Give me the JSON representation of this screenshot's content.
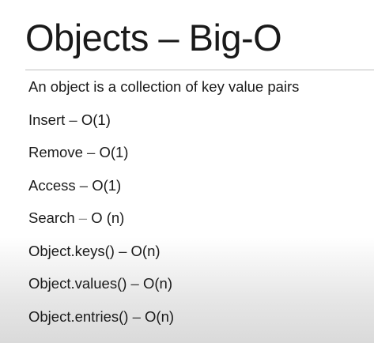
{
  "slide": {
    "title": "Objects – Big-O",
    "intro": "An object is a collection of key value pairs",
    "items": [
      {
        "name": "Insert",
        "sep": " – ",
        "complexity": "O(1)"
      },
      {
        "name": "Remove",
        "sep": " – ",
        "complexity": "O(1)"
      },
      {
        "name": "Access",
        "sep": " – ",
        "complexity": "O(1)"
      },
      {
        "name": "Search",
        "sep": " – ",
        "complexity": "O (n)"
      },
      {
        "name": "Object.keys()",
        "sep": " – ",
        "complexity": "O(n)"
      },
      {
        "name": "Object.values()",
        "sep": " – ",
        "complexity": "O(n)"
      },
      {
        "name": "Object.entries()",
        "sep": " – ",
        "complexity": "O(n)"
      }
    ]
  }
}
